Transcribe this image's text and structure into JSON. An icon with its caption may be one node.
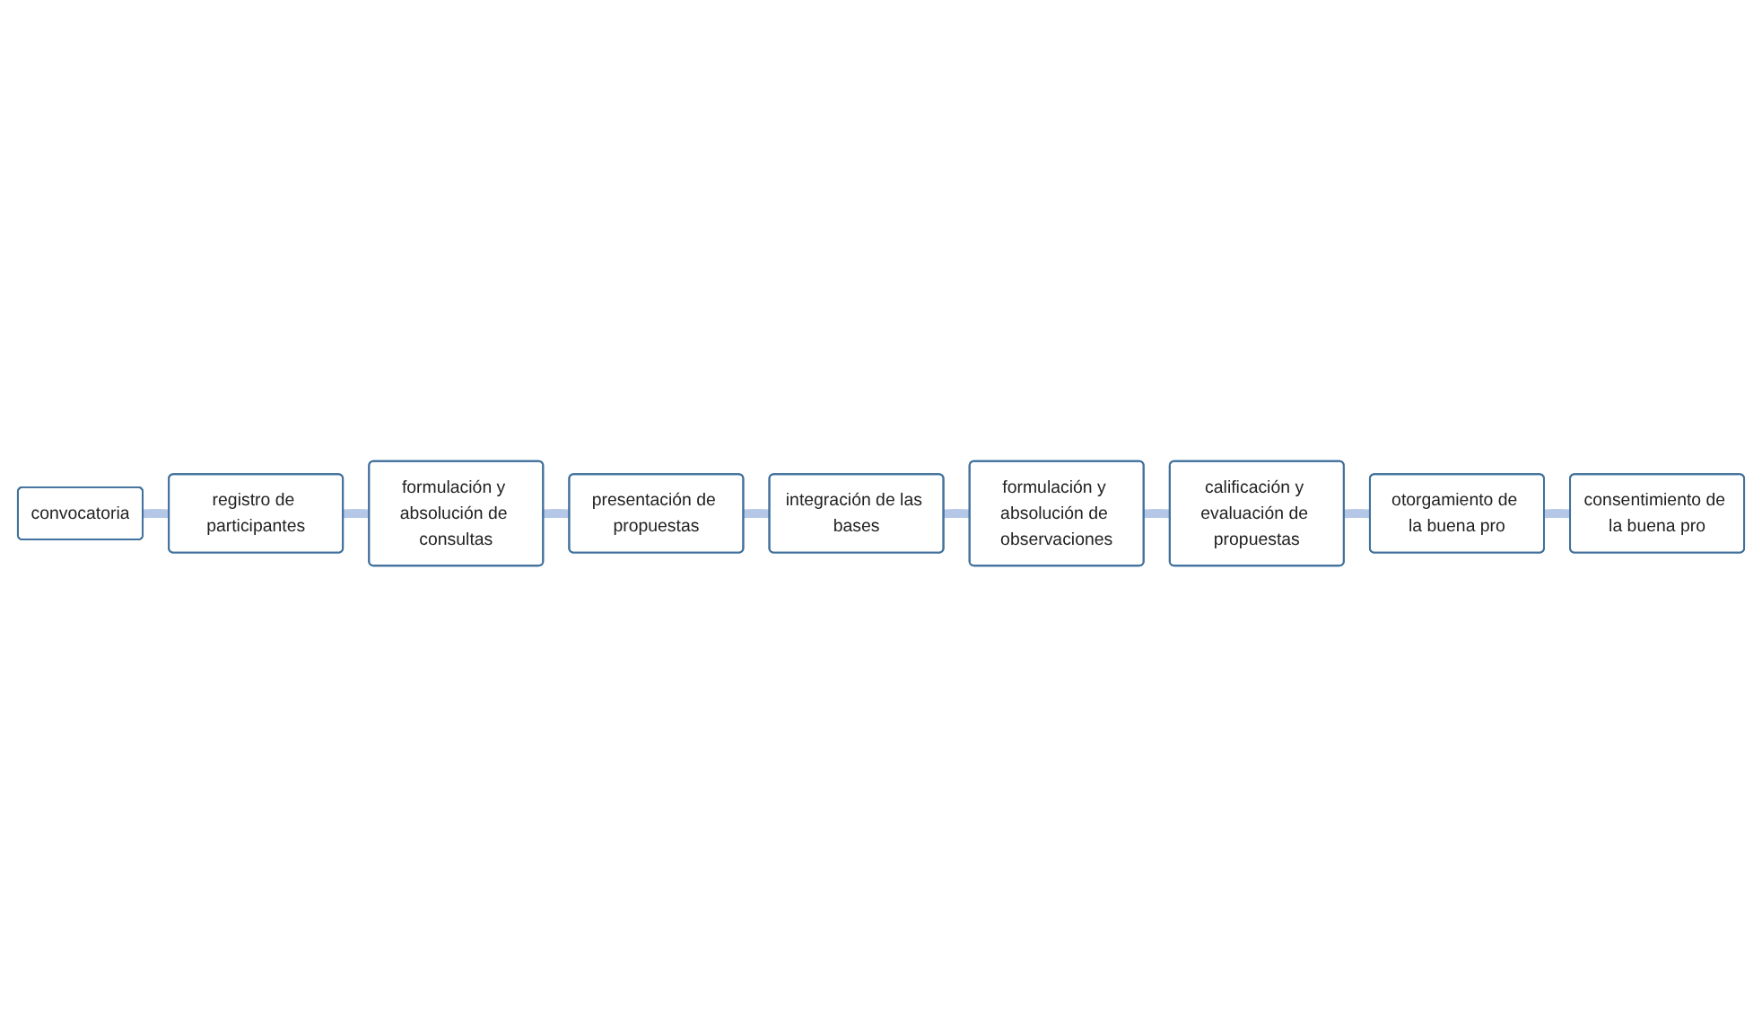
{
  "diagram": {
    "nodes": [
      {
        "text": [
          "convocatoria"
        ]
      },
      {
        "text": [
          "registro de participantes"
        ]
      },
      {
        "text": [
          "formulación y absolución de consultas"
        ]
      },
      {
        "text": [
          "presentación de propuestas"
        ]
      },
      {
        "text": [
          "integración de las bases"
        ]
      },
      {
        "text": [
          "formulación y absolución de observaciones"
        ]
      },
      {
        "text": [
          "calificación y evaluación de propuestas"
        ]
      },
      {
        "text": [
          "otorgamiento de la buena pro"
        ]
      },
      {
        "text": [
          "consentimiento de la buena pro"
        ]
      }
    ],
    "edges": [
      {
        "from": 0,
        "to": 1,
        "arrow": "none"
      },
      {
        "from": 1,
        "to": 2,
        "arrow": "none"
      },
      {
        "from": 2,
        "to": 3,
        "arrow": "none"
      },
      {
        "from": 3,
        "to": 4,
        "arrow": "none"
      },
      {
        "from": 4,
        "to": 5,
        "arrow": "none"
      },
      {
        "from": 5,
        "to": 6,
        "arrow": "none"
      },
      {
        "from": 6,
        "to": 7,
        "arrow": "none"
      },
      {
        "from": 7,
        "to": 8,
        "arrow": "none"
      }
    ]
  }
}
